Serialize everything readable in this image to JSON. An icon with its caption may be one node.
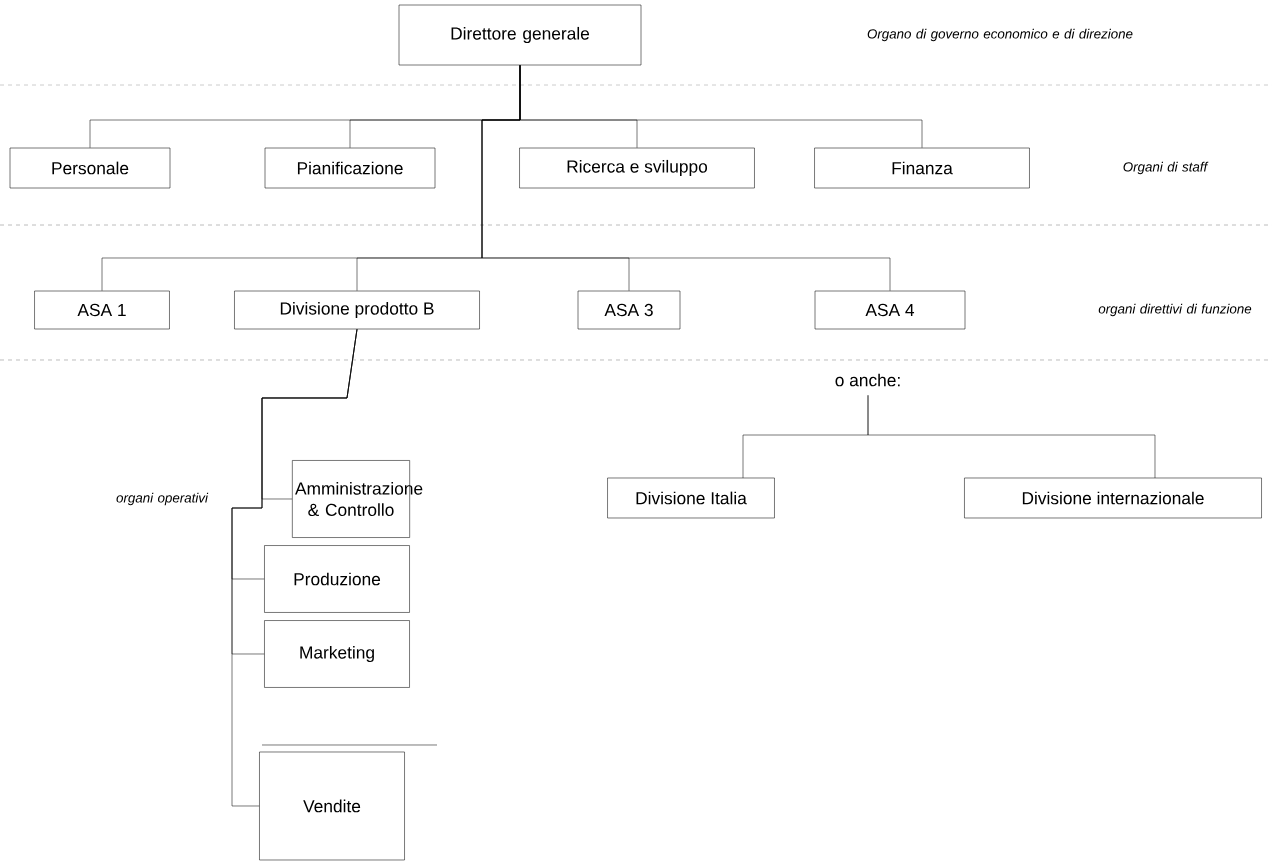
{
  "diagram": {
    "nodes": [
      {
        "text": [
          "Direttore generale"
        ]
      },
      {
        "text": [
          "Personale"
        ]
      },
      {
        "text": [
          "Pianificazione"
        ]
      },
      {
        "text": [
          "Ricerca e sviluppo"
        ]
      },
      {
        "text": [
          "Finanza"
        ]
      },
      {
        "text": [
          "ASA 1"
        ]
      },
      {
        "text": [
          "Divisione prodotto B"
        ]
      },
      {
        "text": [
          "ASA 3"
        ]
      },
      {
        "text": [
          "ASA 4"
        ]
      },
      {
        "text": [
          "Amministrazione & Controllo"
        ]
      },
      {
        "text": [
          "Produzione"
        ]
      },
      {
        "text": [
          "Marketing"
        ]
      },
      {
        "text": [
          "Vendite"
        ]
      },
      {
        "text": [
          "o anche:"
        ]
      },
      {
        "text": [
          "Divisione Italia"
        ]
      },
      {
        "text": [
          "Divisione internazionale"
        ]
      }
    ],
    "edges": [
      {
        "from": 0,
        "to": 1,
        "arrow": "none"
      },
      {
        "from": 0,
        "to": 2,
        "arrow": "none"
      },
      {
        "from": 0,
        "to": 3,
        "arrow": "none"
      },
      {
        "from": 0,
        "to": 4,
        "arrow": "none"
      },
      {
        "from": 0,
        "to": 5,
        "arrow": "none"
      },
      {
        "from": 0,
        "to": 6,
        "arrow": "none"
      },
      {
        "from": 0,
        "to": 7,
        "arrow": "none"
      },
      {
        "from": 0,
        "to": 8,
        "arrow": "none"
      },
      {
        "from": 6,
        "to": 9,
        "arrow": "none"
      },
      {
        "from": 6,
        "to": 10,
        "arrow": "none"
      },
      {
        "from": 6,
        "to": 11,
        "arrow": "none"
      },
      {
        "from": 6,
        "to": 12,
        "arrow": "none"
      },
      {
        "from": 13,
        "to": 14,
        "arrow": "none"
      },
      {
        "from": 13,
        "to": 15,
        "arrow": "none"
      }
    ],
    "labels": [
      "Organo di governo economico e di direzione",
      "Organi di staff",
      "organi direttivi di funzione",
      "organi operativi"
    ]
  }
}
